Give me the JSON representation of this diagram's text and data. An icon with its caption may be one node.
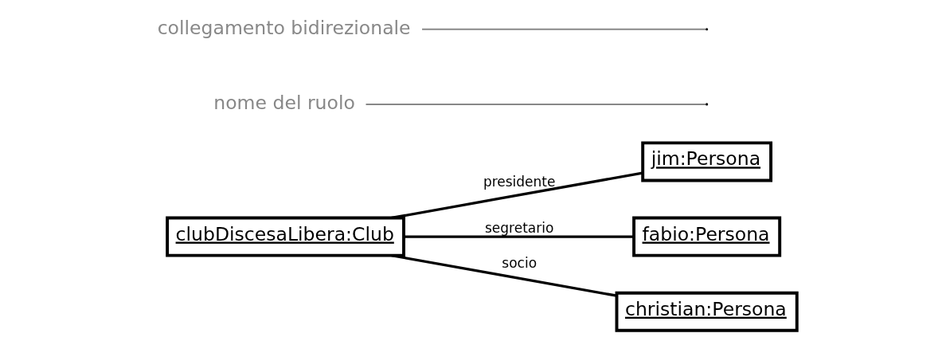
{
  "diagram": {
    "nodes": [
      {
        "text": [
          "clubDiscesaLibera:Club"
        ]
      },
      {
        "text": [
          "jim:Persona"
        ]
      },
      {
        "text": [
          "fabio:Persona"
        ]
      },
      {
        "text": [
          "christian:Persona"
        ]
      },
      {
        "text": [
          "nome del ruolo"
        ]
      },
      {
        "text": [
          "collegamento bidirezionale"
        ]
      }
    ],
    "edges": [
      {
        "from": 0,
        "to": 1,
        "arrow": "none",
        "label": "presidente"
      },
      {
        "from": 0,
        "to": 2,
        "arrow": "none",
        "label": "segretario"
      },
      {
        "from": 0,
        "to": 3,
        "arrow": "none",
        "label": "socio"
      },
      {
        "from": 4,
        "to": null,
        "arrow": "none",
        "color": "#888888"
      },
      {
        "from": 5,
        "to": null,
        "arrow": "none",
        "color": "#888888"
      }
    ]
  }
}
